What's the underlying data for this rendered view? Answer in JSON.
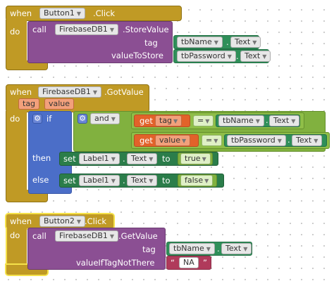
{
  "event1": {
    "when": "when",
    "component": "Button1",
    "event": ".Click",
    "do": "do"
  },
  "call1": {
    "call": "call",
    "component": "FirebaseDB1",
    "method": ".StoreValue",
    "arg1": "tag",
    "arg2": "valueToStore"
  },
  "call1_tag": {
    "component": "tbName",
    "prop": "Text"
  },
  "call1_val": {
    "component": "tbPassword",
    "prop": "Text"
  },
  "event2": {
    "when": "when",
    "component": "FirebaseDB1",
    "event": ".GotValue",
    "param1": "tag",
    "param2": "value",
    "do": "do"
  },
  "if_block": {
    "if": "if",
    "and": "and",
    "then": "then",
    "else": "else"
  },
  "cmp1": {
    "get": "get",
    "var": "tag",
    "op": "=",
    "component": "tbName",
    "prop": "Text"
  },
  "cmp2": {
    "get": "get",
    "var": "value",
    "op": "=",
    "component": "tbPassword",
    "prop": "Text"
  },
  "set_then": {
    "set": "set",
    "component": "Label1",
    "prop": "Text",
    "to": "to",
    "value": "true"
  },
  "set_else": {
    "set": "set",
    "component": "Label1",
    "prop": "Text",
    "to": "to",
    "value": "false"
  },
  "event3": {
    "when": "when",
    "component": "Button2",
    "event": ".Click",
    "do": "do"
  },
  "call3": {
    "call": "call",
    "component": "FirebaseDB1",
    "method": ".GetValue",
    "arg1": "tag",
    "arg2": "valueIfTagNotThere"
  },
  "call3_tag": {
    "component": "tbName",
    "prop": "Text"
  },
  "call3_val": {
    "open_quote": "“",
    "text": "NA",
    "close_quote": "”"
  },
  "colors": {
    "event": "#c09a25",
    "procedure": "#8b4f93",
    "component": "#2f8f59",
    "logic": "#81b13f",
    "variable": "#e2622a",
    "control": "#4b6ec8"
  }
}
